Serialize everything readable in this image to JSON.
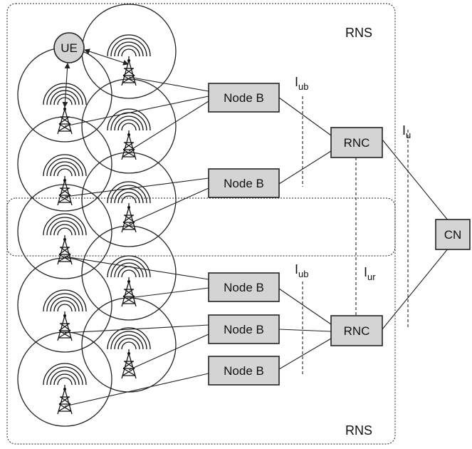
{
  "rns_labels": {
    "top": "RNS",
    "bottom": "RNS"
  },
  "ue": {
    "label": "UE"
  },
  "node_b_label": "Node B",
  "rnc_label": "RNC",
  "cn_label": "CN",
  "interfaces": {
    "iub": {
      "base": "I",
      "sub": "ub"
    },
    "iu": {
      "base": "I",
      "sub": "u"
    },
    "iur": {
      "base": "I",
      "sub": "ur"
    }
  },
  "colors": {
    "box_fill": "#d4d4d4",
    "line": "#222222"
  }
}
